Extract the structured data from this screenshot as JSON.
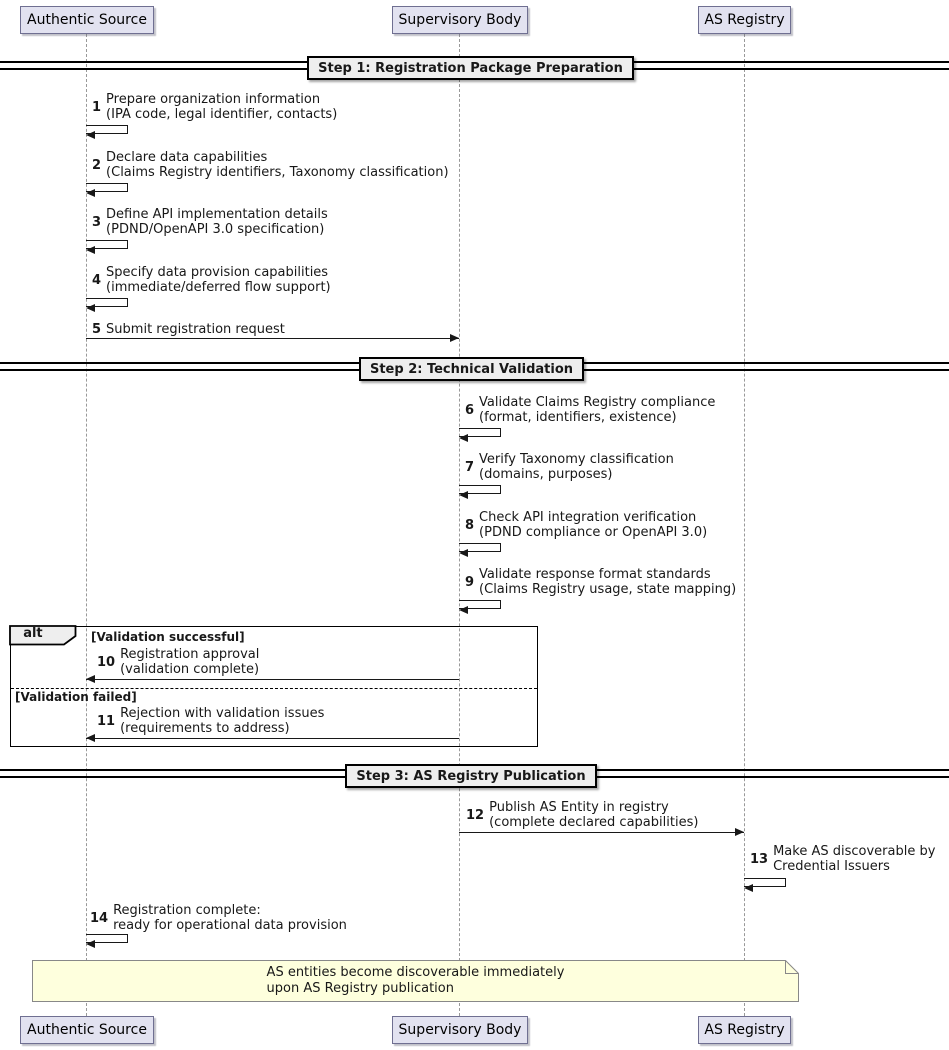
{
  "participants": [
    {
      "label": "Authentic Source"
    },
    {
      "label": "Supervisory Body"
    },
    {
      "label": "AS Registry"
    }
  ],
  "dividers": [
    {
      "label": "Step 1: Registration Package Preparation"
    },
    {
      "label": "Step 2: Technical Validation"
    },
    {
      "label": "Step 3: AS Registry Publication"
    }
  ],
  "messages": [
    {
      "num": "1",
      "line1": "Prepare organization information",
      "line2": "(IPA code, legal identifier, contacts)"
    },
    {
      "num": "2",
      "line1": "Declare data capabilities",
      "line2": "(Claims Registry identifiers, Taxonomy classification)"
    },
    {
      "num": "3",
      "line1": "Define API implementation details",
      "line2": "(PDND/OpenAPI 3.0 specification)"
    },
    {
      "num": "4",
      "line1": "Specify data provision capabilities",
      "line2": "(immediate/deferred flow support)"
    },
    {
      "num": "5",
      "line1": "Submit registration request",
      "line2": ""
    },
    {
      "num": "6",
      "line1": "Validate Claims Registry compliance",
      "line2": "(format, identifiers, existence)"
    },
    {
      "num": "7",
      "line1": "Verify Taxonomy classification",
      "line2": "(domains, purposes)"
    },
    {
      "num": "8",
      "line1": "Check API integration verification",
      "line2": "(PDND compliance or OpenAPI 3.0)"
    },
    {
      "num": "9",
      "line1": "Validate response format standards",
      "line2": "(Claims Registry usage, state mapping)"
    },
    {
      "num": "10",
      "line1": "Registration approval",
      "line2": "(validation complete)"
    },
    {
      "num": "11",
      "line1": "Rejection with validation issues",
      "line2": "(requirements to address)"
    },
    {
      "num": "12",
      "line1": "Publish AS Entity in registry",
      "line2": "(complete declared capabilities)"
    },
    {
      "num": "13",
      "line1": "Make AS discoverable by",
      "line2": "Credential Issuers"
    },
    {
      "num": "14",
      "line1": "Registration complete:",
      "line2": "ready for operational data provision"
    }
  ],
  "alt_block": {
    "operator": "alt",
    "guard_success": "[Validation successful]",
    "guard_failed": "[Validation failed]"
  },
  "note": {
    "line1": "AS entities become discoverable immediately",
    "line2": "upon AS Registry publication"
  },
  "colors": {
    "participant_fill": "#E2E2F0",
    "participant_border": "#6f6f91",
    "divider_fill": "#EEEEEE",
    "note_fill": "#FEFFDD",
    "note_border": "#888888",
    "line": "#181818",
    "lifeline": "#999999"
  }
}
